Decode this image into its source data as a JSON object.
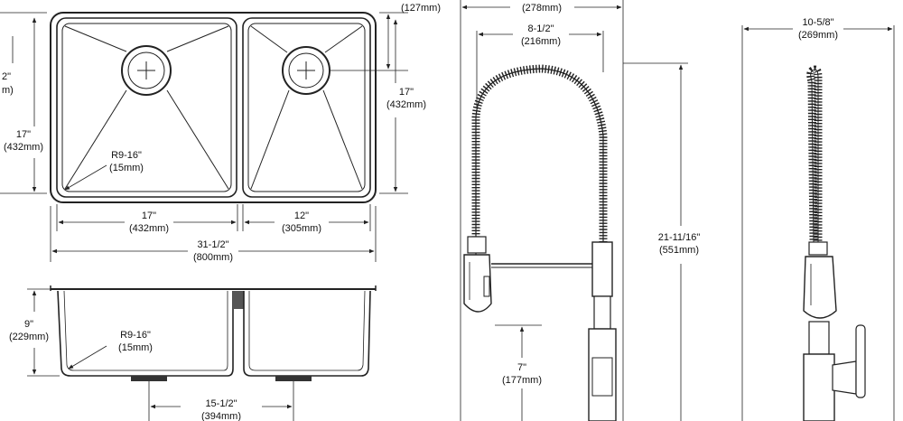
{
  "sink_top": {
    "dims": {
      "top_right_mm": "(127mm)",
      "left_cut_a": "2\"",
      "left_cut_b": "m)",
      "left_height_in": "17\"",
      "left_height_mm": "(432mm)",
      "right_height_in": "17\"",
      "right_height_mm": "(432mm)",
      "radius_in": "R9-16\"",
      "radius_mm": "(15mm)",
      "bowl_left_in": "17\"",
      "bowl_left_mm": "(432mm)",
      "bowl_right_in": "12\"",
      "bowl_right_mm": "(305mm)",
      "overall_in": "31-1/2\"",
      "overall_mm": "(800mm)"
    }
  },
  "sink_side": {
    "dims": {
      "depth_in": "9\"",
      "depth_mm": "(229mm)",
      "radius_in": "R9-16\"",
      "radius_mm": "(15mm)",
      "drain_spacing_in": "15-1/2\"",
      "drain_spacing_mm": "(394mm)"
    }
  },
  "faucet_front": {
    "dims": {
      "reach_mm": "(278mm)",
      "spout_in": "8-1/2\"",
      "spout_mm": "(216mm)",
      "height_in": "21-11/16\"",
      "height_mm": "(551mm)",
      "base_in": "7\"",
      "base_mm": "(177mm)"
    }
  },
  "faucet_side": {
    "dims": {
      "width_in": "10-5/8\"",
      "width_mm": "(269mm)"
    }
  }
}
